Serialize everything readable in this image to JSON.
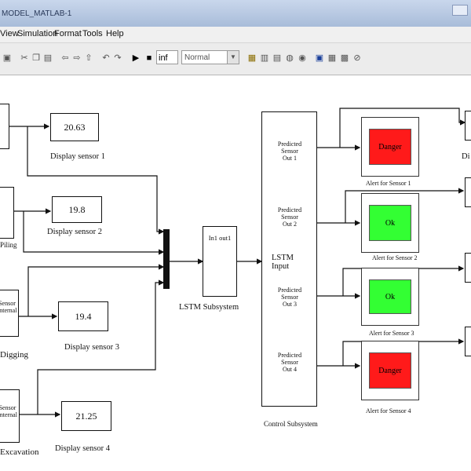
{
  "window": {
    "title": "MODEL_MATLAB-1"
  },
  "menu": [
    "View",
    "Simulation",
    "Format",
    "Tools",
    "Help"
  ],
  "toolbar": {
    "stop_time": "inf",
    "sim_mode": "Normal"
  },
  "sources": [
    {
      "label": ""
    },
    {
      "label": "Piling"
    },
    {
      "label": "Digging",
      "text": "Sensor\nInternal"
    },
    {
      "label": "Excavation",
      "text": "Sensor\nInternal"
    }
  ],
  "displays": [
    {
      "value": "20.63",
      "label": "Display sensor 1"
    },
    {
      "value": "19.8",
      "label": "Display sensor 2"
    },
    {
      "value": "19.4",
      "label": "Display sensor 3"
    },
    {
      "value": "21.25",
      "label": "Display sensor 4"
    }
  ],
  "lstm": {
    "port_text": "In1 out1",
    "label": "LSTM Subsystem"
  },
  "control": {
    "label": "Control Subsystem",
    "input_label": "LSTM Input",
    "outputs": [
      "Predicted Sensor Out 1",
      "Predicted Sensor Out 2",
      "Predicted Sensor Out 3",
      "Predicted Sensor Out 4"
    ]
  },
  "alerts": [
    {
      "status": "Danger",
      "label": "Alert for Sensor 1",
      "color": "#ff1a1a"
    },
    {
      "status": "Ok",
      "label": "Alert for Sensor 2",
      "color": "#33ff33"
    },
    {
      "status": "Ok",
      "label": "Alert for Sensor 3",
      "color": "#33ff33"
    },
    {
      "status": "Danger",
      "label": "Alert for Sensor 4",
      "color": "#ff1a1a"
    }
  ],
  "right_labels": [
    "Di",
    "",
    "",
    ""
  ]
}
